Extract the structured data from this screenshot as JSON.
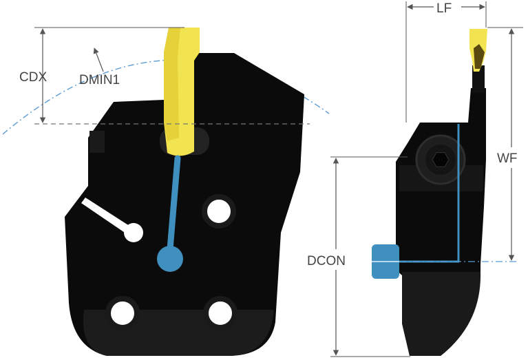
{
  "labels": {
    "cdx": "CDX",
    "dmin1": "DMIN1",
    "lf": "LF",
    "wf": "WF",
    "dcon": "DCON"
  },
  "colors": {
    "body": "#0b0b0b",
    "body_shade": "#1c1c1c",
    "insert": "#f2e350",
    "coolant": "#3f8fbf",
    "dim_line": "#555555",
    "arc": "#5b9bd5"
  },
  "icons": {
    "screw": "hex-socket-screw-icon"
  }
}
